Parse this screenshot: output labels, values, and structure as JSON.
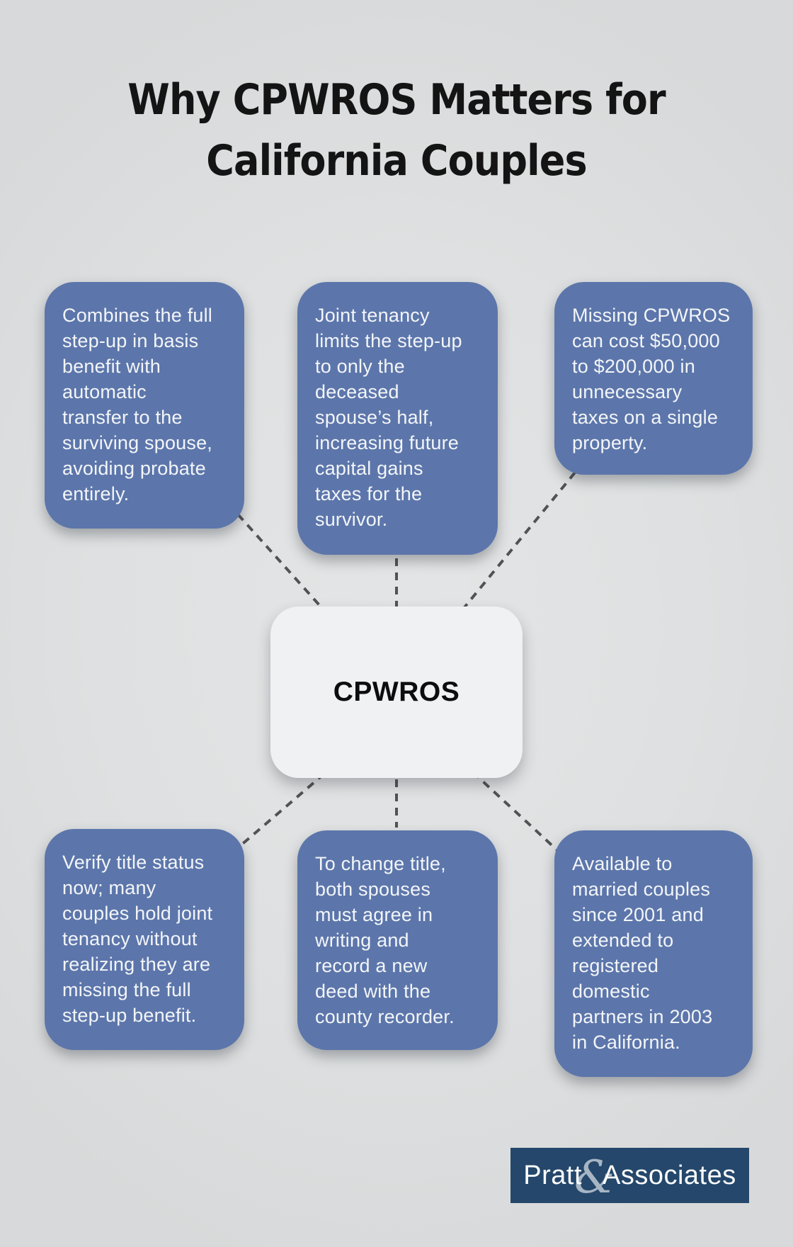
{
  "title": "Why CPWROS Matters for\nCalifornia Couples",
  "center": {
    "label": "CPWROS"
  },
  "boxes": [
    {
      "id": "top-left",
      "text": "Combines the full\nstep-up in basis\nbenefit with\nautomatic\ntransfer to the\nsurviving spouse,\navoiding probate\nentirely."
    },
    {
      "id": "top-middle",
      "text": "Joint tenancy\nlimits the step-up\nto only the\ndeceased\nspouse’s half,\nincreasing future\ncapital gains\ntaxes for the\nsurvivor."
    },
    {
      "id": "top-right",
      "text": "Missing CPWROS\ncan cost $50,000\nto $200,000 in\nunnecessary\ntaxes on a single\nproperty."
    },
    {
      "id": "bottom-left",
      "text": "Verify title status\nnow; many\ncouples hold joint\ntenancy without\nrealizing they are\nmissing the full\nstep-up benefit."
    },
    {
      "id": "bottom-middle",
      "text": "To change title,\nboth spouses\nmust agree in\nwriting and\nrecord a new\ndeed with the\ncounty recorder."
    },
    {
      "id": "bottom-right",
      "text": "Available to\nmarried couples\nsince 2001 and\nextended to\nregistered\ndomestic\npartners in 2003\nin California."
    }
  ],
  "logo": {
    "part1": "Pratt",
    "ampersand": "&",
    "part2": "Associates"
  },
  "colors": {
    "background": "#dee0e1",
    "card_blue": "#5c76ab",
    "card_text": "#f3f5f8",
    "center_card": "#f0f1f3",
    "center_text": "#0d0d0d",
    "connector_gray": "#515254",
    "logo_background": "#24476b",
    "logo_text": "#fbfcfd"
  }
}
